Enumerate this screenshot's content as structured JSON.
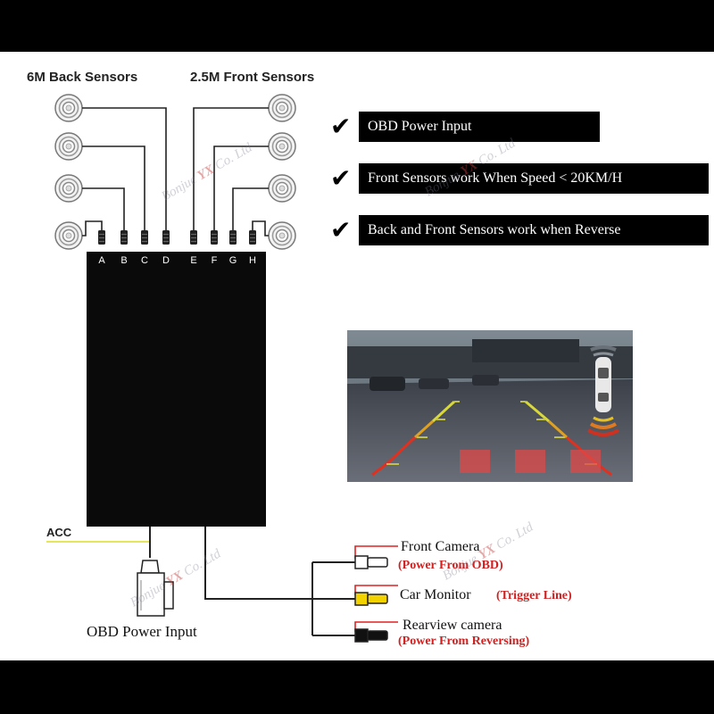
{
  "headers": {
    "back_sensors": "6M Back Sensors",
    "front_sensors": "2.5M Front Sensors"
  },
  "sensor_letters": [
    "A",
    "B",
    "C",
    "D",
    "E",
    "F",
    "G",
    "H"
  ],
  "features": [
    "OBD Power Input",
    "Front Sensors work When Speed < 20KM/H",
    "Back and Front Sensors work when Reverse"
  ],
  "labels": {
    "acc": "ACC",
    "obd_power_input": "OBD Power Input",
    "front_camera": "Front Camera",
    "front_camera_power": "(Power From OBD)",
    "car_monitor": "Car Monitor",
    "car_monitor_trigger": "(Trigger Line)",
    "rearview_camera": "Rearview camera",
    "rearview_camera_power": "(Power From Reversing)"
  },
  "watermark": {
    "pre": "Bonjue",
    "brand": "YX",
    "post": "Co. Ltd"
  },
  "colors": {
    "wire_red": "#e02020",
    "acc_wire": "#e6e65a",
    "rca_yellow": "#f2d200"
  }
}
